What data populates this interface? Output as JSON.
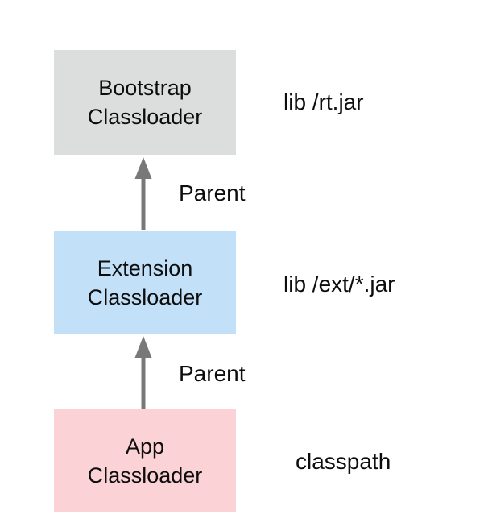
{
  "diagram": {
    "background": "#ffffff",
    "text_color": "#0d0d0d",
    "arrow_color": "#787878",
    "nodes": [
      {
        "id": "bootstrap-classloader",
        "label": "Bootstrap\nClassloader",
        "fill": "#dcdddd",
        "annotation": "lib /rt.jar"
      },
      {
        "id": "extension-classloader",
        "label": "Extension\nClassloader",
        "fill": "#c2e0f7",
        "annotation": "lib /ext/*.jar"
      },
      {
        "id": "app-classloader",
        "label": "App\nClassloader",
        "fill": "#fbd2d6",
        "annotation": "classpath"
      }
    ],
    "edges": [
      {
        "from": "extension-classloader",
        "to": "bootstrap-classloader",
        "label": "Parent"
      },
      {
        "from": "app-classloader",
        "to": "extension-classloader",
        "label": "Parent"
      }
    ]
  }
}
